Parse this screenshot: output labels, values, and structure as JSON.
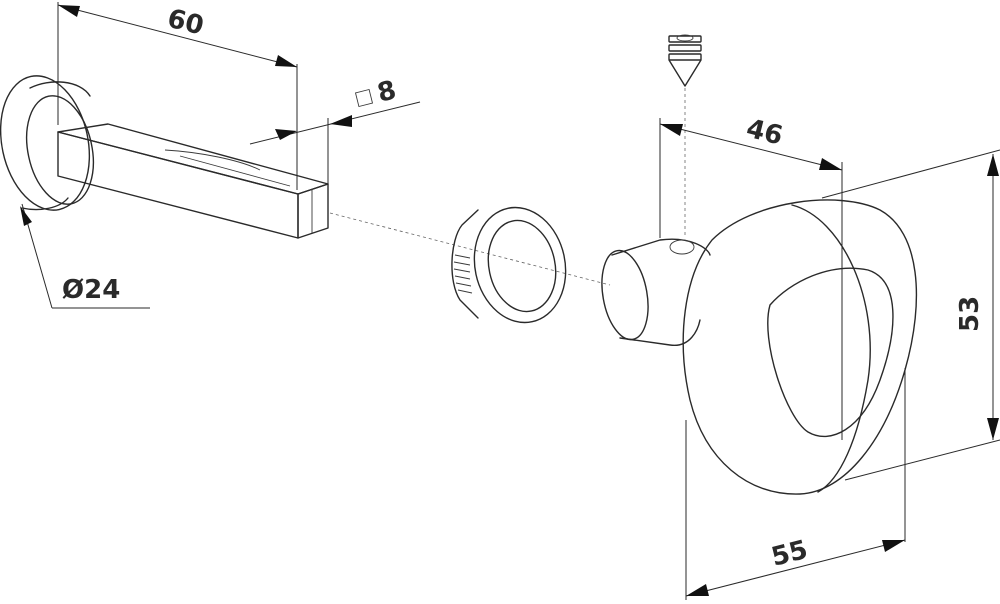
{
  "dimensions": {
    "rod_length": "60",
    "square_size": "8",
    "rose_diameter": "Ø24",
    "knob_depth": "46",
    "knob_height": "53",
    "knob_width": "55"
  },
  "colors": {
    "line": "#2a2a2a",
    "background": "#ffffff"
  }
}
